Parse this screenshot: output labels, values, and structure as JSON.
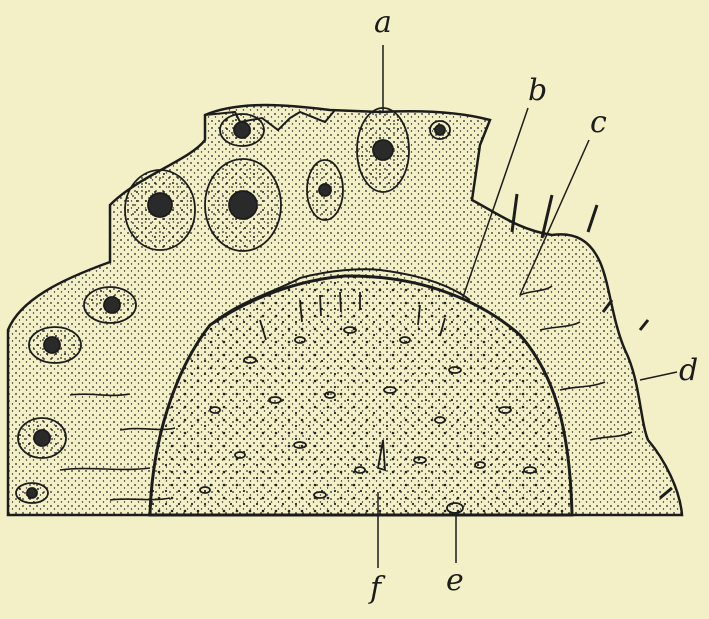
{
  "background_color": "#f3f0c8",
  "ink_color": "#1c1c1c",
  "labels": {
    "a": "a",
    "b": "b",
    "c": "c",
    "d": "d",
    "e": "e",
    "f": "f"
  }
}
